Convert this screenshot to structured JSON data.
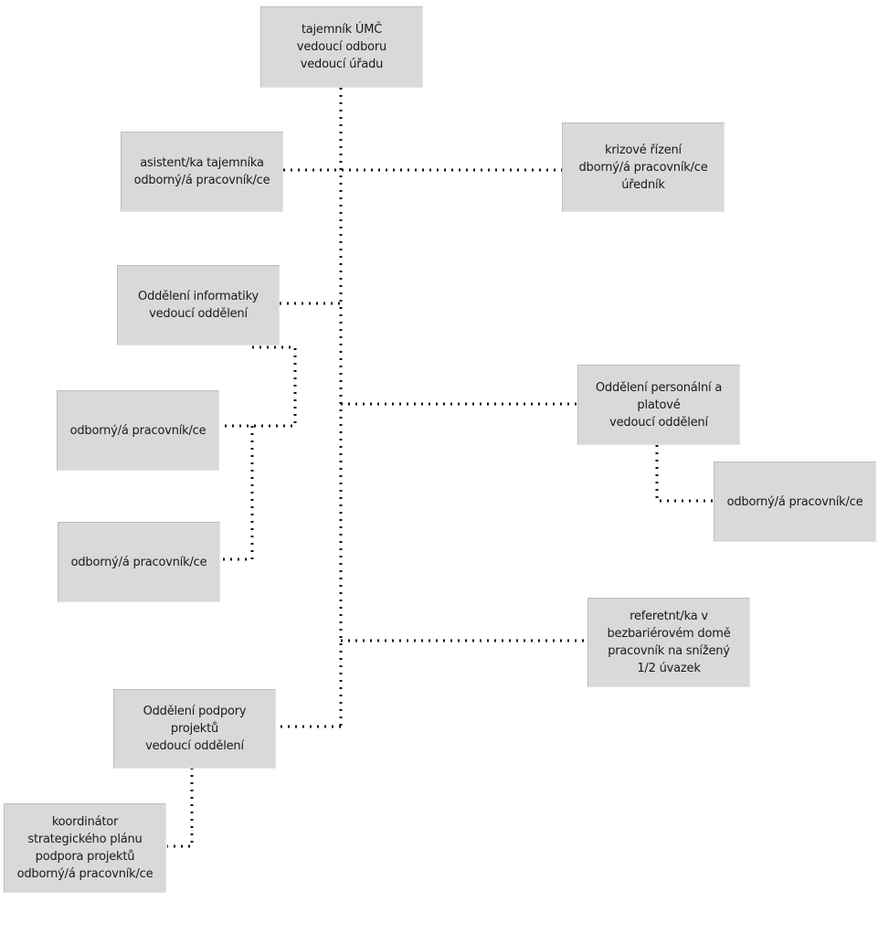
{
  "nodes": {
    "head": {
      "lines": [
        "tajemník ÚMČ",
        "vedoucí odboru",
        "vedoucí úřadu"
      ]
    },
    "assistant": {
      "lines": [
        "asistent/ka tajemníka",
        "odborný/á pracovník/ce"
      ]
    },
    "crisis": {
      "lines": [
        "krizové řízení",
        "dborný/á pracovník/ce",
        "úředník"
      ]
    },
    "it_dept": {
      "lines": [
        "Oddělení informatiky",
        "vedoucí oddělení"
      ]
    },
    "it_worker_1": {
      "lines": [
        "odborný/á pracovník/ce"
      ]
    },
    "it_worker_2": {
      "lines": [
        "odborný/á pracovník/ce"
      ]
    },
    "hr_dept": {
      "lines": [
        "Oddělení personální a",
        "platové",
        "vedoucí oddělení"
      ]
    },
    "hr_worker": {
      "lines": [
        "odborný/á pracovník/ce"
      ]
    },
    "barrier_free": {
      "lines": [
        "referetnt/ka v",
        "bezbariérovém domě",
        "pracovník na snížený",
        "1/2 úvazek"
      ]
    },
    "projects_dept": {
      "lines": [
        "Oddělení podpory",
        "projektů",
        "vedoucí oddělení"
      ]
    },
    "coordinator": {
      "lines": [
        "koordinátor",
        "strategického plánu",
        "podpora projektů",
        "odborný/á pracovník/ce"
      ]
    }
  }
}
